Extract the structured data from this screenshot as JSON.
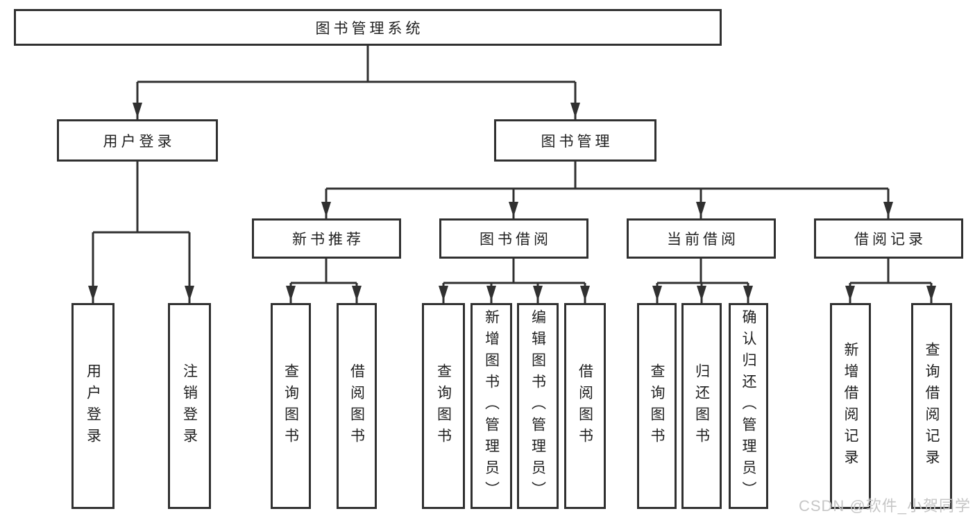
{
  "diagram": {
    "title": "图书管理系统",
    "nodes": {
      "root": {
        "label": "图书管理系统"
      },
      "user_login": {
        "label": "用户登录"
      },
      "book_mgmt": {
        "label": "图书管理"
      },
      "new_book": {
        "label": "新书推荐"
      },
      "book_borrow": {
        "label": "图书借阅"
      },
      "current_borrow": {
        "label": "当前借阅"
      },
      "borrow_records": {
        "label": "借阅记录"
      },
      "leaf_user_login": {
        "label": "用户登录"
      },
      "leaf_logout": {
        "label": "注销登录"
      },
      "leaf_nb_query": {
        "label": "查询图书"
      },
      "leaf_nb_borrow": {
        "label": "借阅图书"
      },
      "leaf_bb_query": {
        "label": "查询图书"
      },
      "leaf_bb_add": {
        "label": "新增图书（管理员）"
      },
      "leaf_bb_edit": {
        "label": "编辑图书（管理员）"
      },
      "leaf_bb_borrow": {
        "label": "借阅图书"
      },
      "leaf_cb_query": {
        "label": "查询图书"
      },
      "leaf_cb_return": {
        "label": "归还图书"
      },
      "leaf_cb_confirm": {
        "label": "确认归还（管理员）"
      },
      "leaf_br_add": {
        "label": "新增借阅记录"
      },
      "leaf_br_query": {
        "label": "查询借阅记录"
      }
    },
    "colors": {
      "line": "#303030",
      "text": "#1f1f1f",
      "box_background": "#ffffff",
      "watermark": "#c6c6c6"
    }
  },
  "watermark": {
    "text": "CSDN @软件_小贺同学"
  }
}
